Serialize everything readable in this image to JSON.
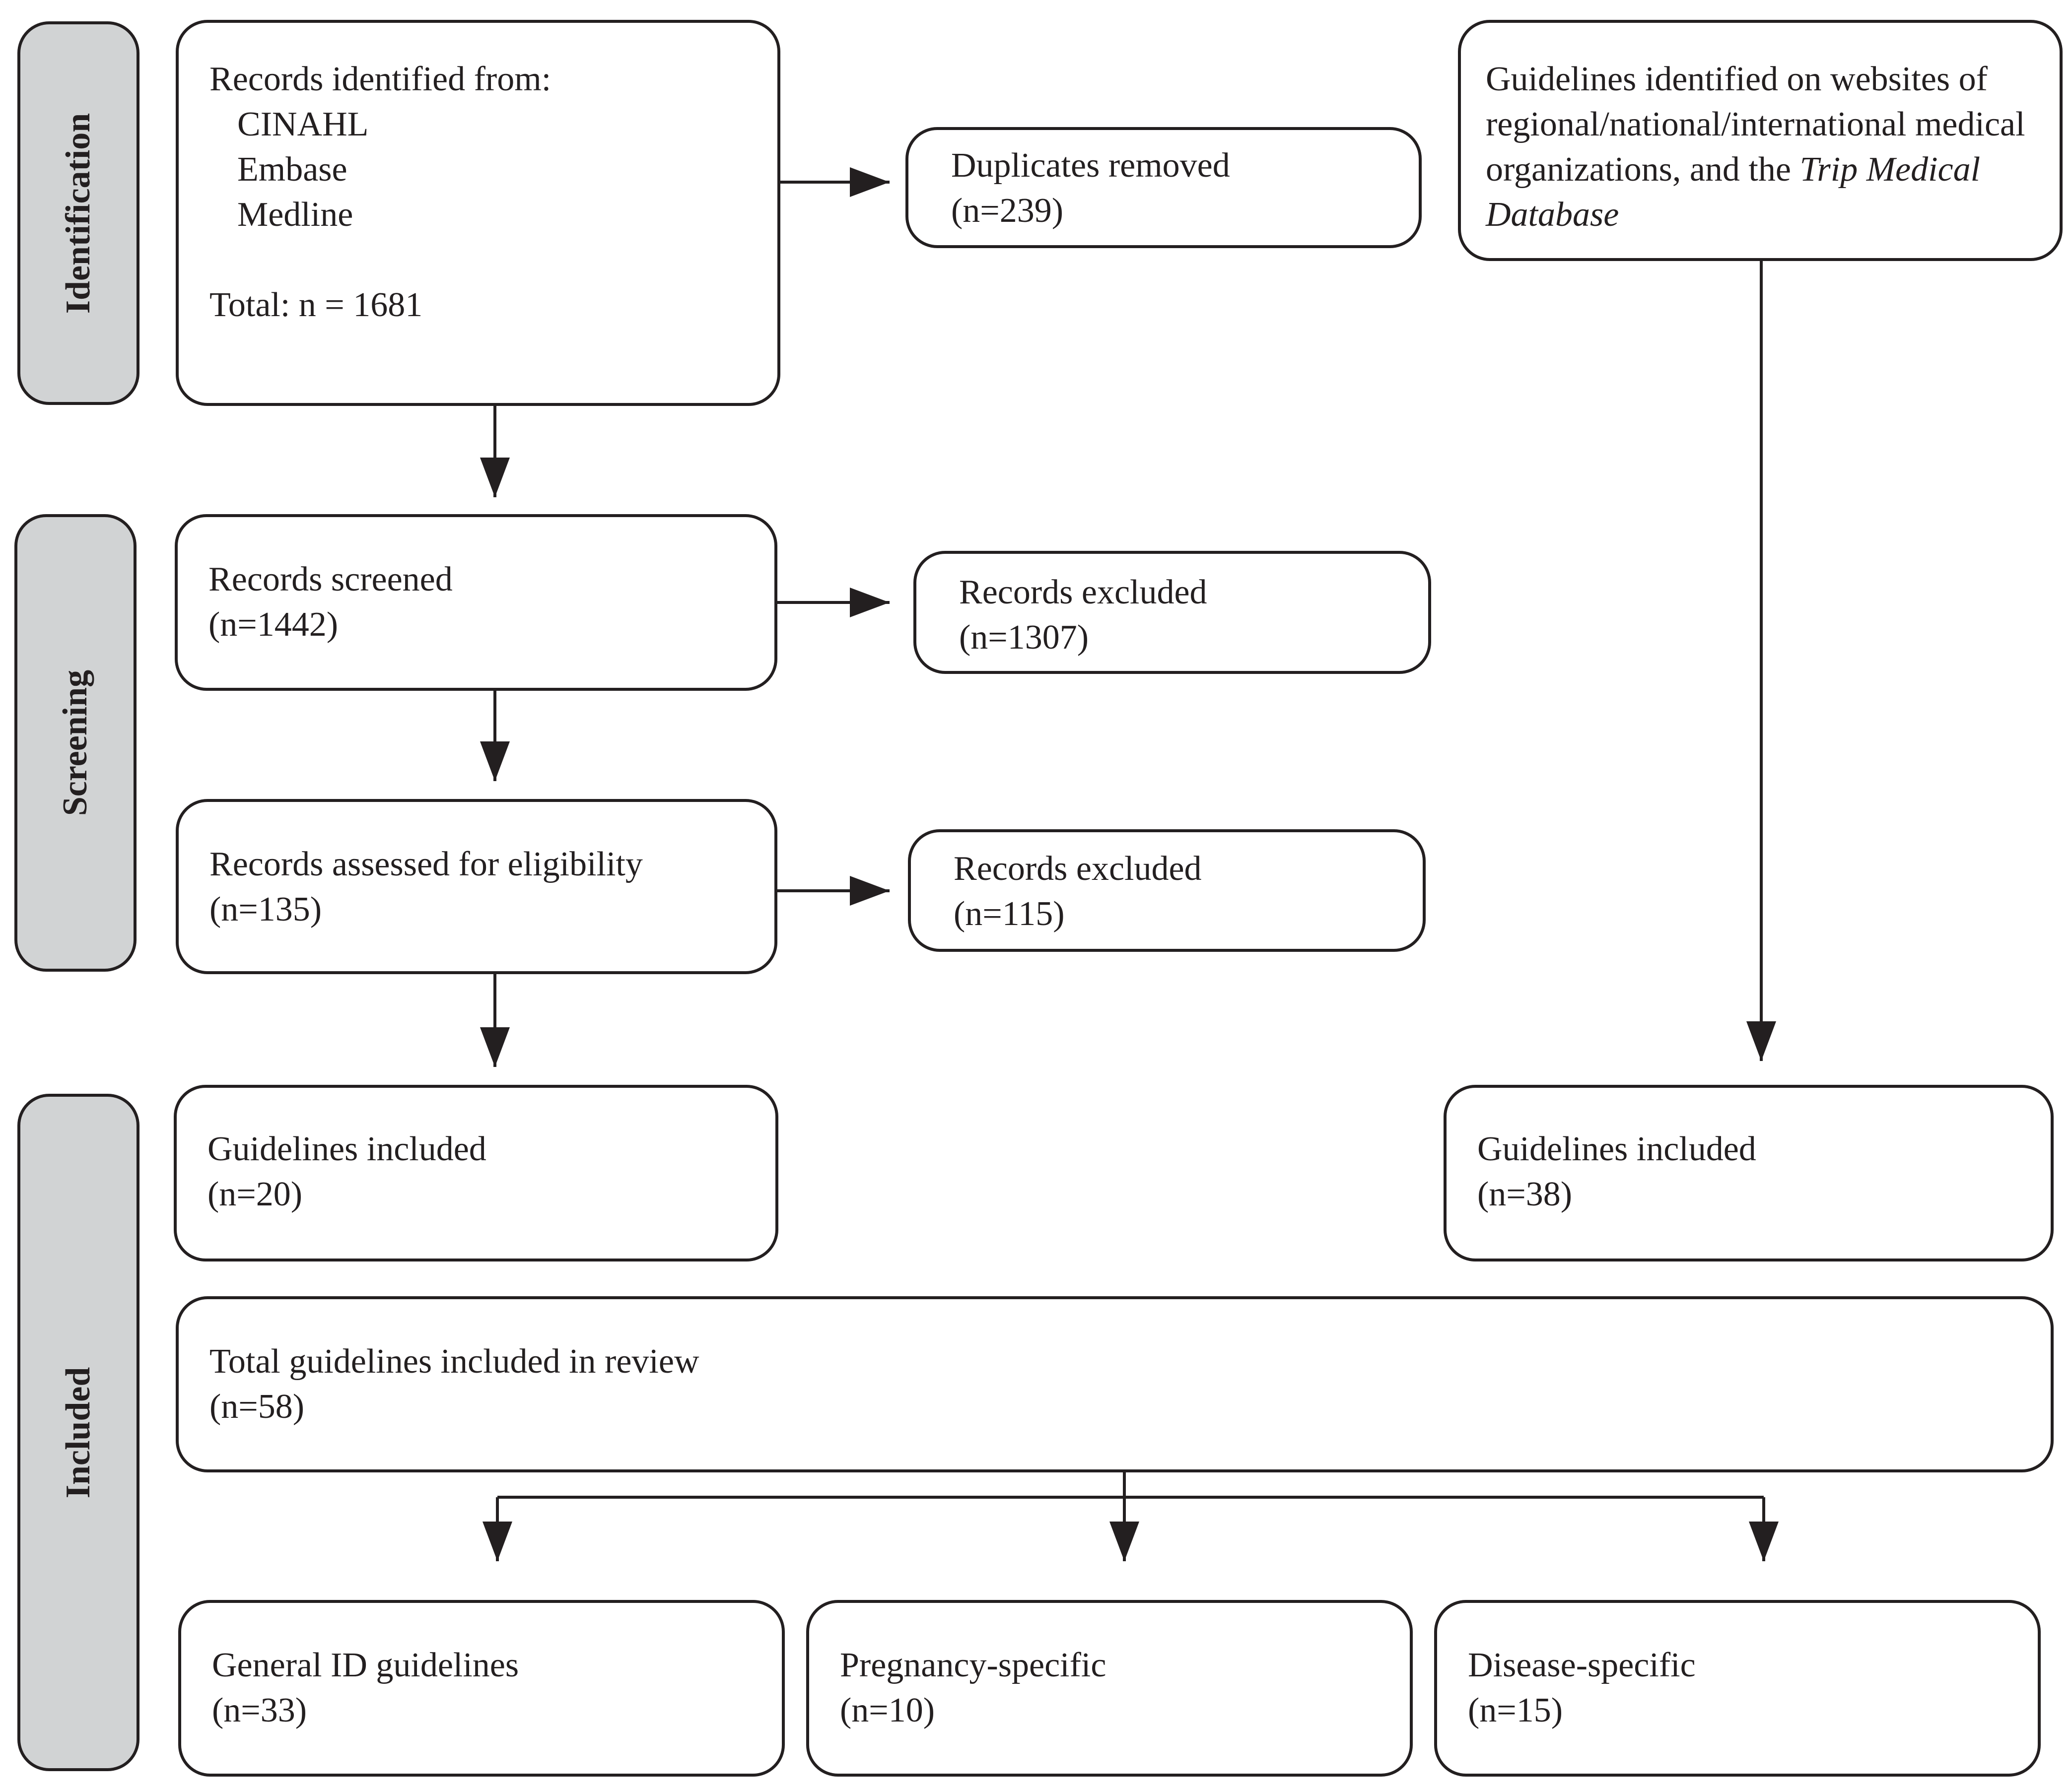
{
  "stages": {
    "identification": "Identification",
    "screening": "Screening",
    "included": "Included"
  },
  "identification": {
    "records_box": {
      "heading": "Records identified from:",
      "databases": [
        "CINAHL",
        "Embase",
        "Medline"
      ],
      "total": "Total: n = 1681"
    },
    "duplicates": {
      "label": "Duplicates removed",
      "count": "(n=239)"
    },
    "websites": {
      "text_before": "Guidelines identified on websites of regional/national/international medical organizations, and the ",
      "text_italic": "Trip Medical Database"
    }
  },
  "screening": {
    "screened": {
      "label": "Records screened",
      "count": "(n=1442)"
    },
    "excluded_1": {
      "label": "Records excluded",
      "count": "(n=1307)"
    },
    "assessed": {
      "label": "Records assessed for eligibility",
      "count": "(n=135)"
    },
    "excluded_2": {
      "label": "Records excluded",
      "count": "(n=115)"
    }
  },
  "included": {
    "db_guidelines": {
      "label": "Guidelines included",
      "count": "(n=20)"
    },
    "web_guidelines": {
      "label": "Guidelines included",
      "count": "(n=38)"
    },
    "total": {
      "label": "Total guidelines included in review",
      "count": "(n=58)"
    },
    "general": {
      "label": "General ID guidelines",
      "count": "(n=33)"
    },
    "pregnancy": {
      "label": "Pregnancy-specific",
      "count": "(n=10)"
    },
    "disease": {
      "label": "Disease-specific",
      "count": "(n=15)"
    }
  }
}
